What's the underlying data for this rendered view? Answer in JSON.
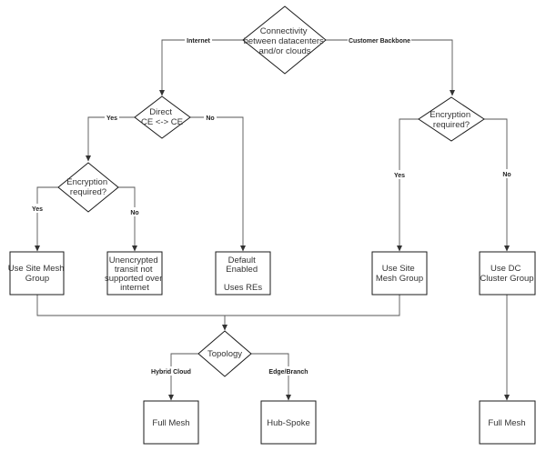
{
  "colors": {
    "stroke": "#1a1a1a",
    "edge": "#555555",
    "text": "#333333",
    "background": "#ffffff"
  },
  "nodes": {
    "connectivity": {
      "lines": [
        "Connectivity",
        "between datacenters",
        "and/or clouds"
      ]
    },
    "direct": {
      "lines": [
        "Direct",
        "CE <-> CE"
      ]
    },
    "enc_left": {
      "lines": [
        "Encryption",
        "required?"
      ]
    },
    "enc_right": {
      "lines": [
        "Encryption",
        "required?"
      ]
    },
    "site_mesh_left": {
      "lines": [
        "Use Site Mesh",
        "Group"
      ]
    },
    "unencrypted": {
      "lines": [
        "Unencrypted",
        "transit not",
        "supported over",
        "internet"
      ]
    },
    "default": {
      "lines": [
        "Default",
        "Enabled",
        "",
        "Uses REs"
      ]
    },
    "site_mesh_right": {
      "lines": [
        "Use Site",
        "Mesh Group"
      ]
    },
    "dc_cluster": {
      "lines": [
        "Use DC",
        "Cluster Group"
      ]
    },
    "topology": {
      "lines": [
        "Topology"
      ]
    },
    "full_mesh_left": {
      "lines": [
        "Full Mesh"
      ]
    },
    "hub_spoke": {
      "lines": [
        "Hub-Spoke"
      ]
    },
    "full_mesh_right": {
      "lines": [
        "Full Mesh"
      ]
    }
  },
  "edge_labels": {
    "internet": "Internet",
    "customer_backbone": "Customer Backbone",
    "direct_yes": "Yes",
    "direct_no": "No",
    "enc_left_yes": "Yes",
    "enc_left_no": "No",
    "enc_right_yes": "Yes",
    "enc_right_no": "No",
    "hybrid_cloud": "Hybrid Cloud",
    "edge_branch": "Edge/Branch"
  }
}
